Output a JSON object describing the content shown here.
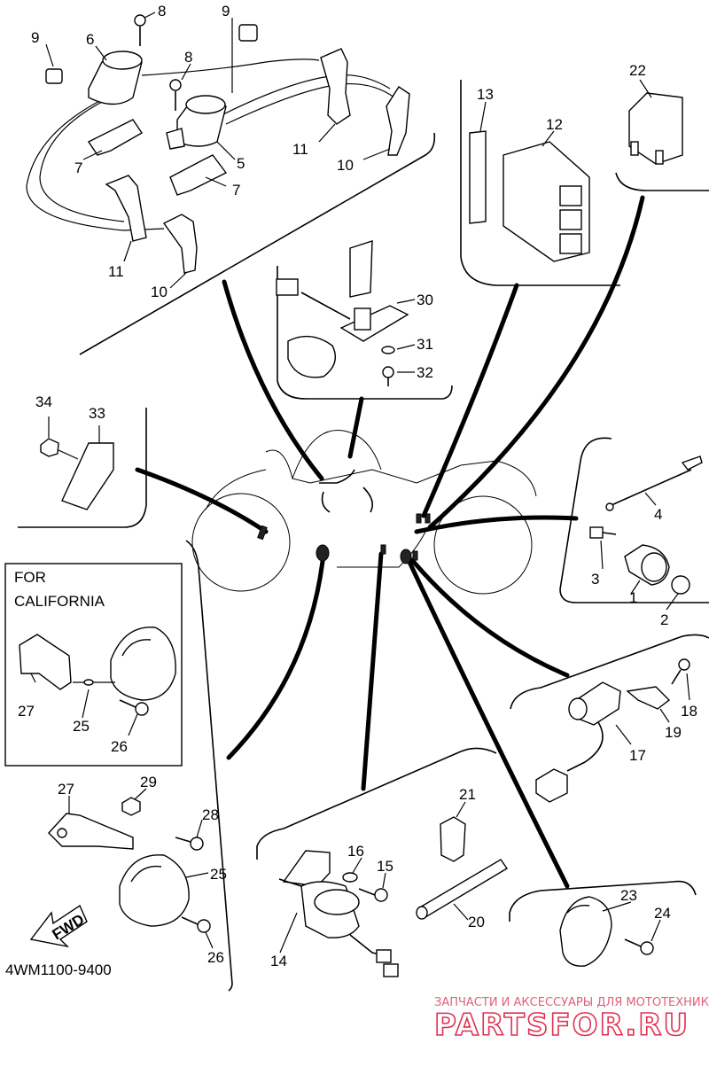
{
  "diagram_code": "4WM1100-9400",
  "inset": {
    "line1": "FOR",
    "line2": "CALIFORNIA"
  },
  "arrow_label": "FWD",
  "watermark": {
    "top": "ЗАПЧАСТИ И АКСЕССУАРЫ ДЛЯ МОТОТЕХНИКИ",
    "logo": "PARTSFOR.RU"
  },
  "callouts": {
    "c1": "1",
    "c2": "2",
    "c3": "3",
    "c4": "4",
    "c5": "5",
    "c6": "6",
    "c7a": "7",
    "c7b": "7",
    "c8a": "8",
    "c8b": "8",
    "c9a": "9",
    "c9b": "9",
    "c10a": "10",
    "c10b": "10",
    "c11a": "11",
    "c11b": "11",
    "c12": "12",
    "c13": "13",
    "c14": "14",
    "c15": "15",
    "c16": "16",
    "c17": "17",
    "c18": "18",
    "c19": "19",
    "c20": "20",
    "c21": "21",
    "c22": "22",
    "c23": "23",
    "c24": "24",
    "c25a": "25",
    "c25b": "25",
    "c26a": "26",
    "c26b": "26",
    "c27a": "27",
    "c27b": "27",
    "c28": "28",
    "c29": "29",
    "c30": "30",
    "c31": "31",
    "c32": "32",
    "c33": "33",
    "c34": "34"
  }
}
